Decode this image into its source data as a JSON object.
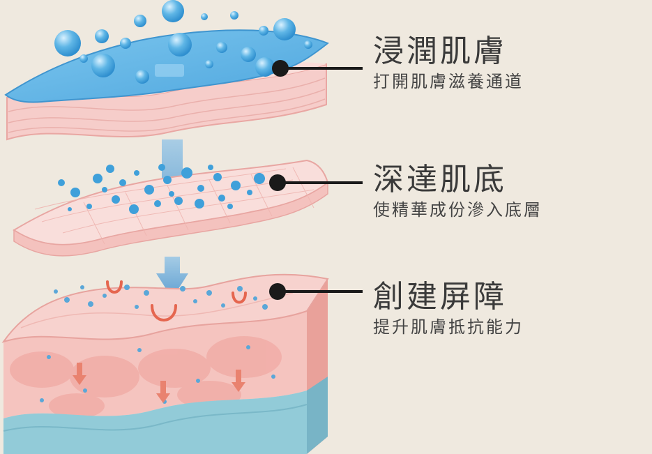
{
  "layers": [
    {
      "title": "浸潤肌膚",
      "subtitle": "打開肌膚滋養通道"
    },
    {
      "title": "深達肌底",
      "subtitle": "使精華成份滲入底層"
    },
    {
      "title": "創建屏障",
      "subtitle": "提升肌膚抵抗能力"
    }
  ],
  "colors": {
    "background": "#efe9df",
    "water": "#5fb3e0",
    "skin": "#f4c3c0",
    "dermis": "#f3b6b0",
    "subcutis": "#8fcad8",
    "pointer": "#1a1a1a",
    "arrow": "#6aa8d6",
    "repair": "#e5664f"
  }
}
